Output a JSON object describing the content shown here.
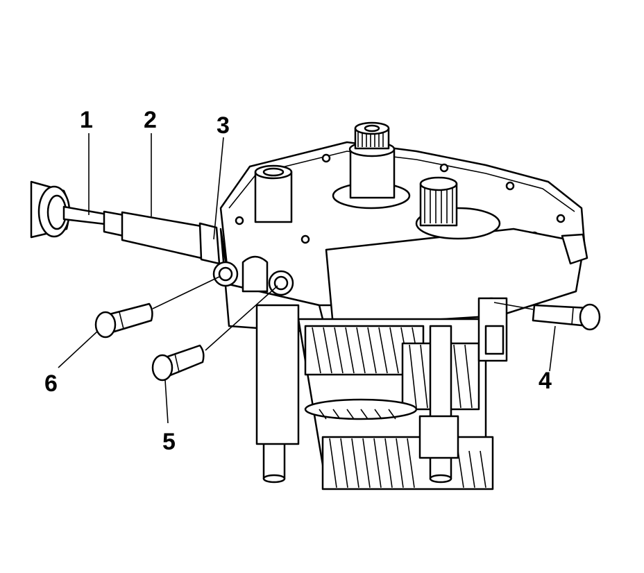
{
  "diagram": {
    "colors": {
      "ink": "#000000",
      "paper": "#ffffff",
      "knurl": "#9a9a9a"
    },
    "callouts": [
      {
        "id": "1",
        "label": "1"
      },
      {
        "id": "2",
        "label": "2"
      },
      {
        "id": "3",
        "label": "3"
      },
      {
        "id": "4",
        "label": "4"
      },
      {
        "id": "5",
        "label": "5"
      },
      {
        "id": "6",
        "label": "6"
      }
    ]
  }
}
